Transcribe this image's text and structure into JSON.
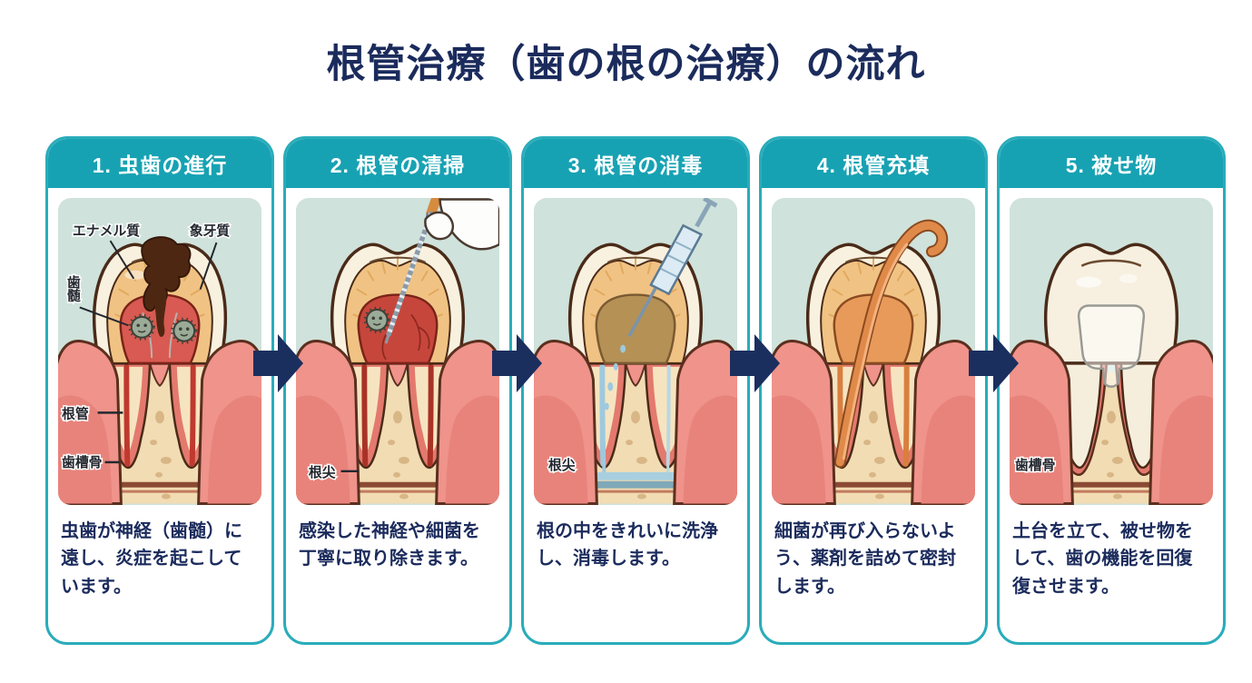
{
  "title": "根管治療（歯の根の治療）の流れ",
  "colors": {
    "accent_teal": "#17a2b3",
    "border_teal": "#2aacba",
    "navy_text": "#1b2b5c",
    "arrow_navy": "#1b2f5f",
    "illustration_bg": "#cfe2db"
  },
  "steps": [
    {
      "header": "1. 虫歯の進行",
      "description": "虫歯が神経（歯髄）に遠し、炎症を起こしています。",
      "labels": {
        "enamel": "エナメル質",
        "dentin": "象牙質",
        "pulp": "歯髄",
        "root_canal": "根管",
        "alveolar_bone": "歯槽骨"
      }
    },
    {
      "header": "2. 根管の清掃",
      "description": "感染した神経や細菌を丁寧に取り除きます。",
      "labels": {
        "apex": "根尖"
      }
    },
    {
      "header": "3. 根管の消毒",
      "description": "根の中をきれいに洗浄し、消毒します。",
      "labels": {
        "apex": "根尖"
      }
    },
    {
      "header": "4. 根管充填",
      "description": "細菌が再び入らないよう、薬剤を詰めて密封します。",
      "labels": {}
    },
    {
      "header": "5. 被せ物",
      "description": "土台を立て、被せ物をして、歯の機能を回復復させます。",
      "labels": {
        "alveolar_bone": "歯槽骨"
      }
    }
  ]
}
